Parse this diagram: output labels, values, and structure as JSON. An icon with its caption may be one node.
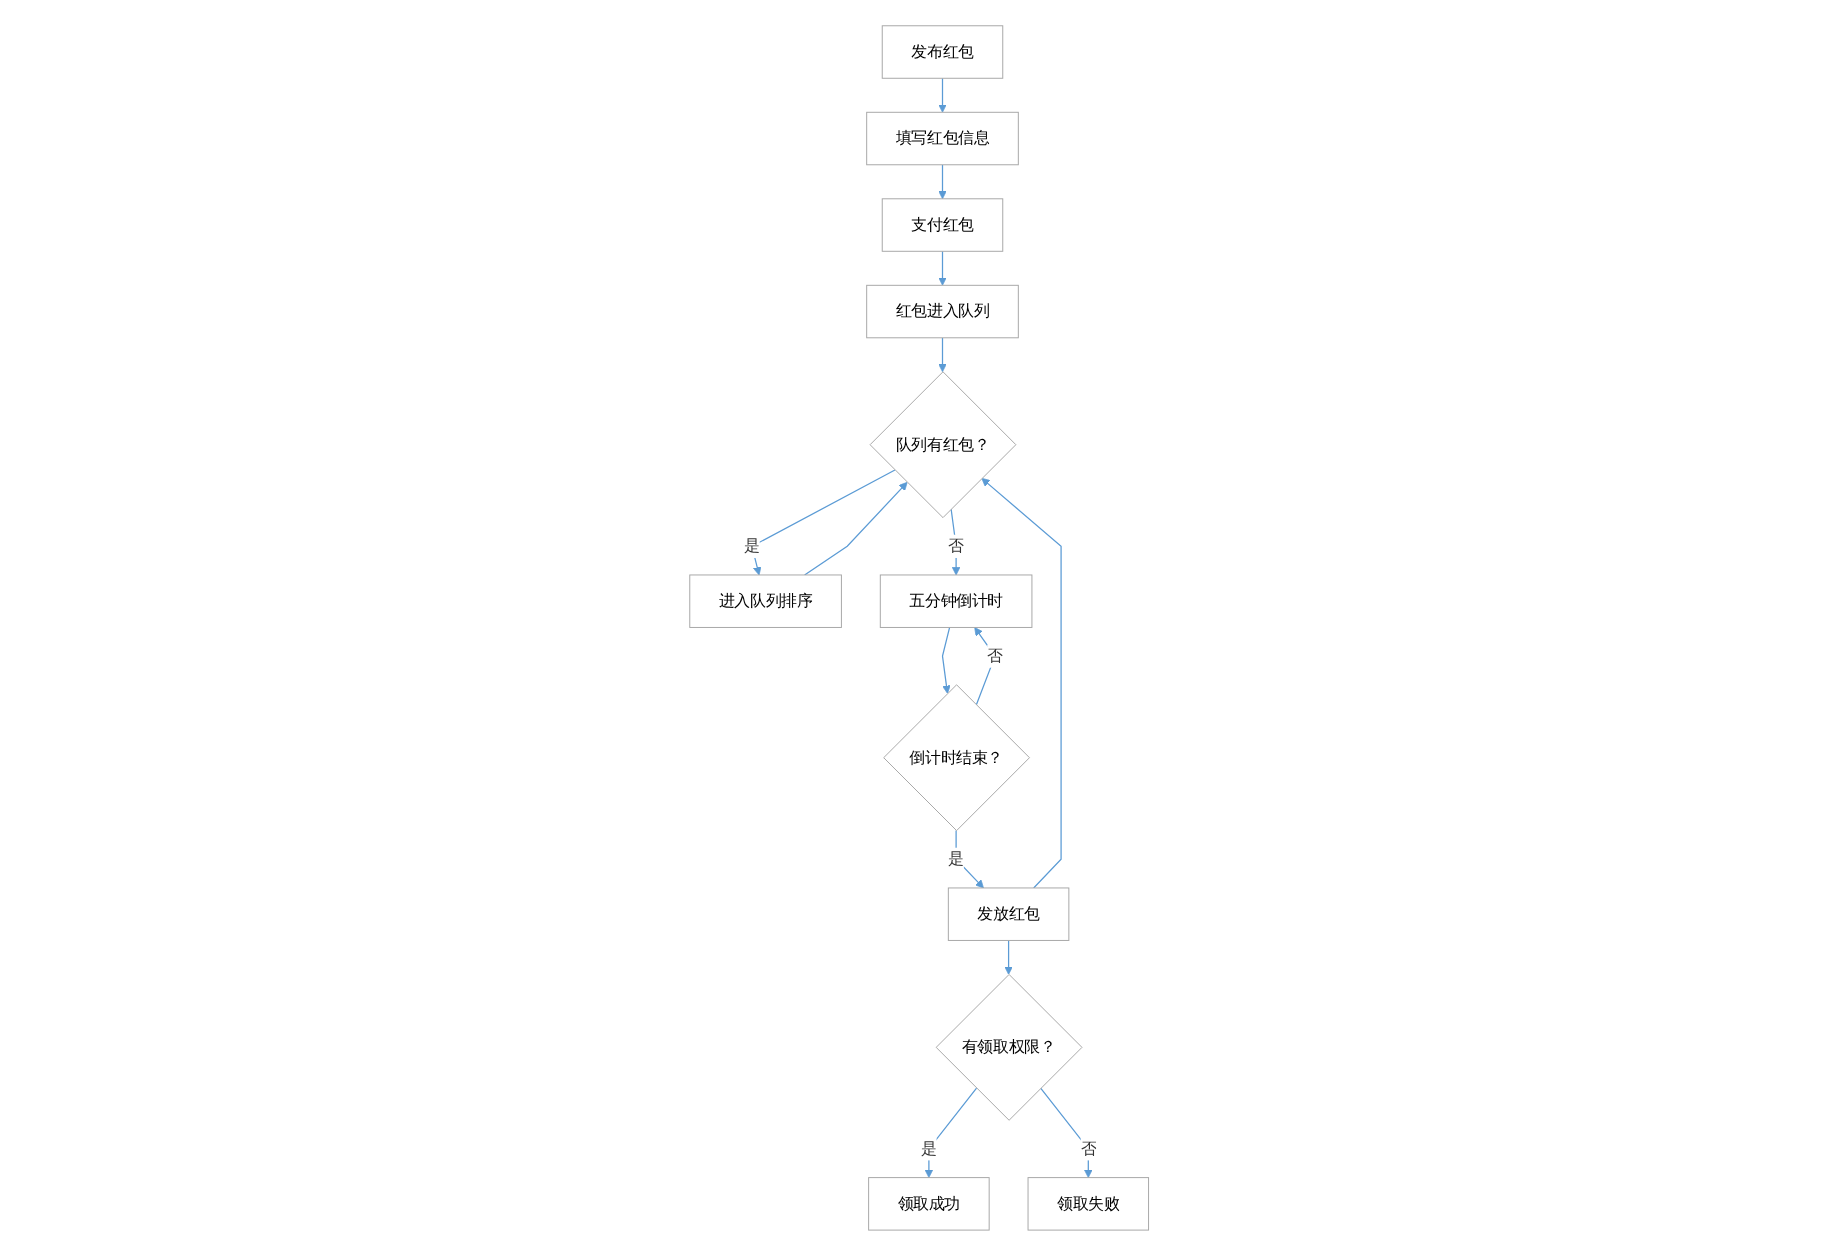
{
  "diagram": {
    "nodes": [
      {
        "text": [
          "发布红包"
        ]
      },
      {
        "text": [
          "填写红包信息"
        ]
      },
      {
        "text": [
          "支付红包"
        ]
      },
      {
        "text": [
          "红包进入队列"
        ]
      },
      {
        "text": [
          "队列有红包？"
        ]
      },
      {
        "text": [
          "进入队列排序"
        ]
      },
      {
        "text": [
          "五分钟倒计时"
        ]
      },
      {
        "text": [
          "倒计时结束？"
        ]
      },
      {
        "text": [
          "发放红包"
        ]
      },
      {
        "text": [
          "有领取权限？"
        ]
      },
      {
        "text": [
          "领取成功"
        ]
      },
      {
        "text": [
          "领取失败"
        ]
      }
    ],
    "edges": [
      {
        "from": 0,
        "to": 1,
        "arrow": "to"
      },
      {
        "from": 1,
        "to": 2,
        "arrow": "to"
      },
      {
        "from": 2,
        "to": 3,
        "arrow": "to"
      },
      {
        "from": 3,
        "to": 4,
        "arrow": "to"
      },
      {
        "from": 4,
        "to": 5,
        "arrow": "to",
        "label": "是"
      },
      {
        "from": 5,
        "to": 4,
        "arrow": "to"
      },
      {
        "from": 4,
        "to": 6,
        "arrow": "to",
        "label": "否"
      },
      {
        "from": 6,
        "to": 7,
        "arrow": "to"
      },
      {
        "from": 7,
        "to": 6,
        "arrow": "to",
        "label": "否"
      },
      {
        "from": 7,
        "to": 8,
        "arrow": "to",
        "label": "是"
      },
      {
        "from": 8,
        "to": 4,
        "arrow": "to"
      },
      {
        "from": 8,
        "to": 9,
        "arrow": "to"
      },
      {
        "from": 9,
        "to": 10,
        "arrow": "to",
        "label": "是"
      },
      {
        "from": 9,
        "to": 11,
        "arrow": "to",
        "label": "否"
      }
    ]
  }
}
